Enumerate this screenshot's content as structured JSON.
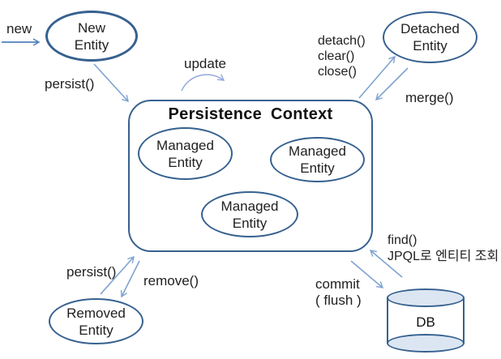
{
  "diagram": {
    "title": "Persistence Context",
    "nodes": {
      "new_entity": {
        "line1": "New",
        "line2": "Entity"
      },
      "detached_entity": {
        "line1": "Detached",
        "line2": "Entity"
      },
      "managed_entity": {
        "line1": "Managed",
        "line2": "Entity"
      },
      "removed_entity": {
        "line1": "Removed",
        "line2": "Entity"
      },
      "db": {
        "label": "DB"
      }
    },
    "labels": {
      "new": "new",
      "persist_top": "persist()",
      "update": "update",
      "detach": "detach()",
      "clear": "clear()",
      "close": "close()",
      "merge": "merge()",
      "persist_bottom": "persist()",
      "remove": "remove()",
      "find": "find()",
      "jpql": "JPQL로 엔티티 조회",
      "commit": "commit",
      "flush": "( flush )"
    },
    "colors": {
      "node_border": "#36618f",
      "arrow_light_blue": "#7fa3d1",
      "arrow_strong_blue": "#4f81bd",
      "arrow_periwinkle": "#93a9de",
      "db_fill": "#dce6f2",
      "text": "#1f1f1f"
    }
  }
}
